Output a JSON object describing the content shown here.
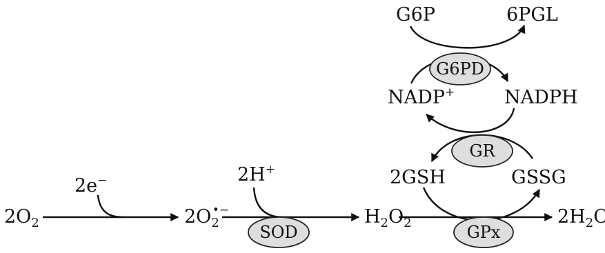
{
  "colors": {
    "ink": "#111111",
    "enzyme_fill": "#dedede",
    "background": "#ffffff"
  },
  "species": {
    "o2": {
      "base": "2O",
      "sub": "2"
    },
    "electrons": {
      "base": "2e",
      "sup": "−"
    },
    "superoxide": {
      "base": "2O",
      "sub": "2",
      "sup": "•−"
    },
    "protons": {
      "base": "2H",
      "sup": "+"
    },
    "h2o2": {
      "h": "H",
      "sub1": "2",
      "o": "O",
      "sub2": "2"
    },
    "water": {
      "base": "2H",
      "sub": "2",
      "tail": "O"
    },
    "gsh": "2GSH",
    "gssg": "GSSG",
    "nadp": {
      "base": "NADP",
      "sup": "+"
    },
    "nadph": "NADPH",
    "g6p": "G6P",
    "pgl": "6PGL"
  },
  "enzymes": {
    "sod": "SOD",
    "gpx": "GPx",
    "gr": "GR",
    "g6pd": "G6PD"
  }
}
